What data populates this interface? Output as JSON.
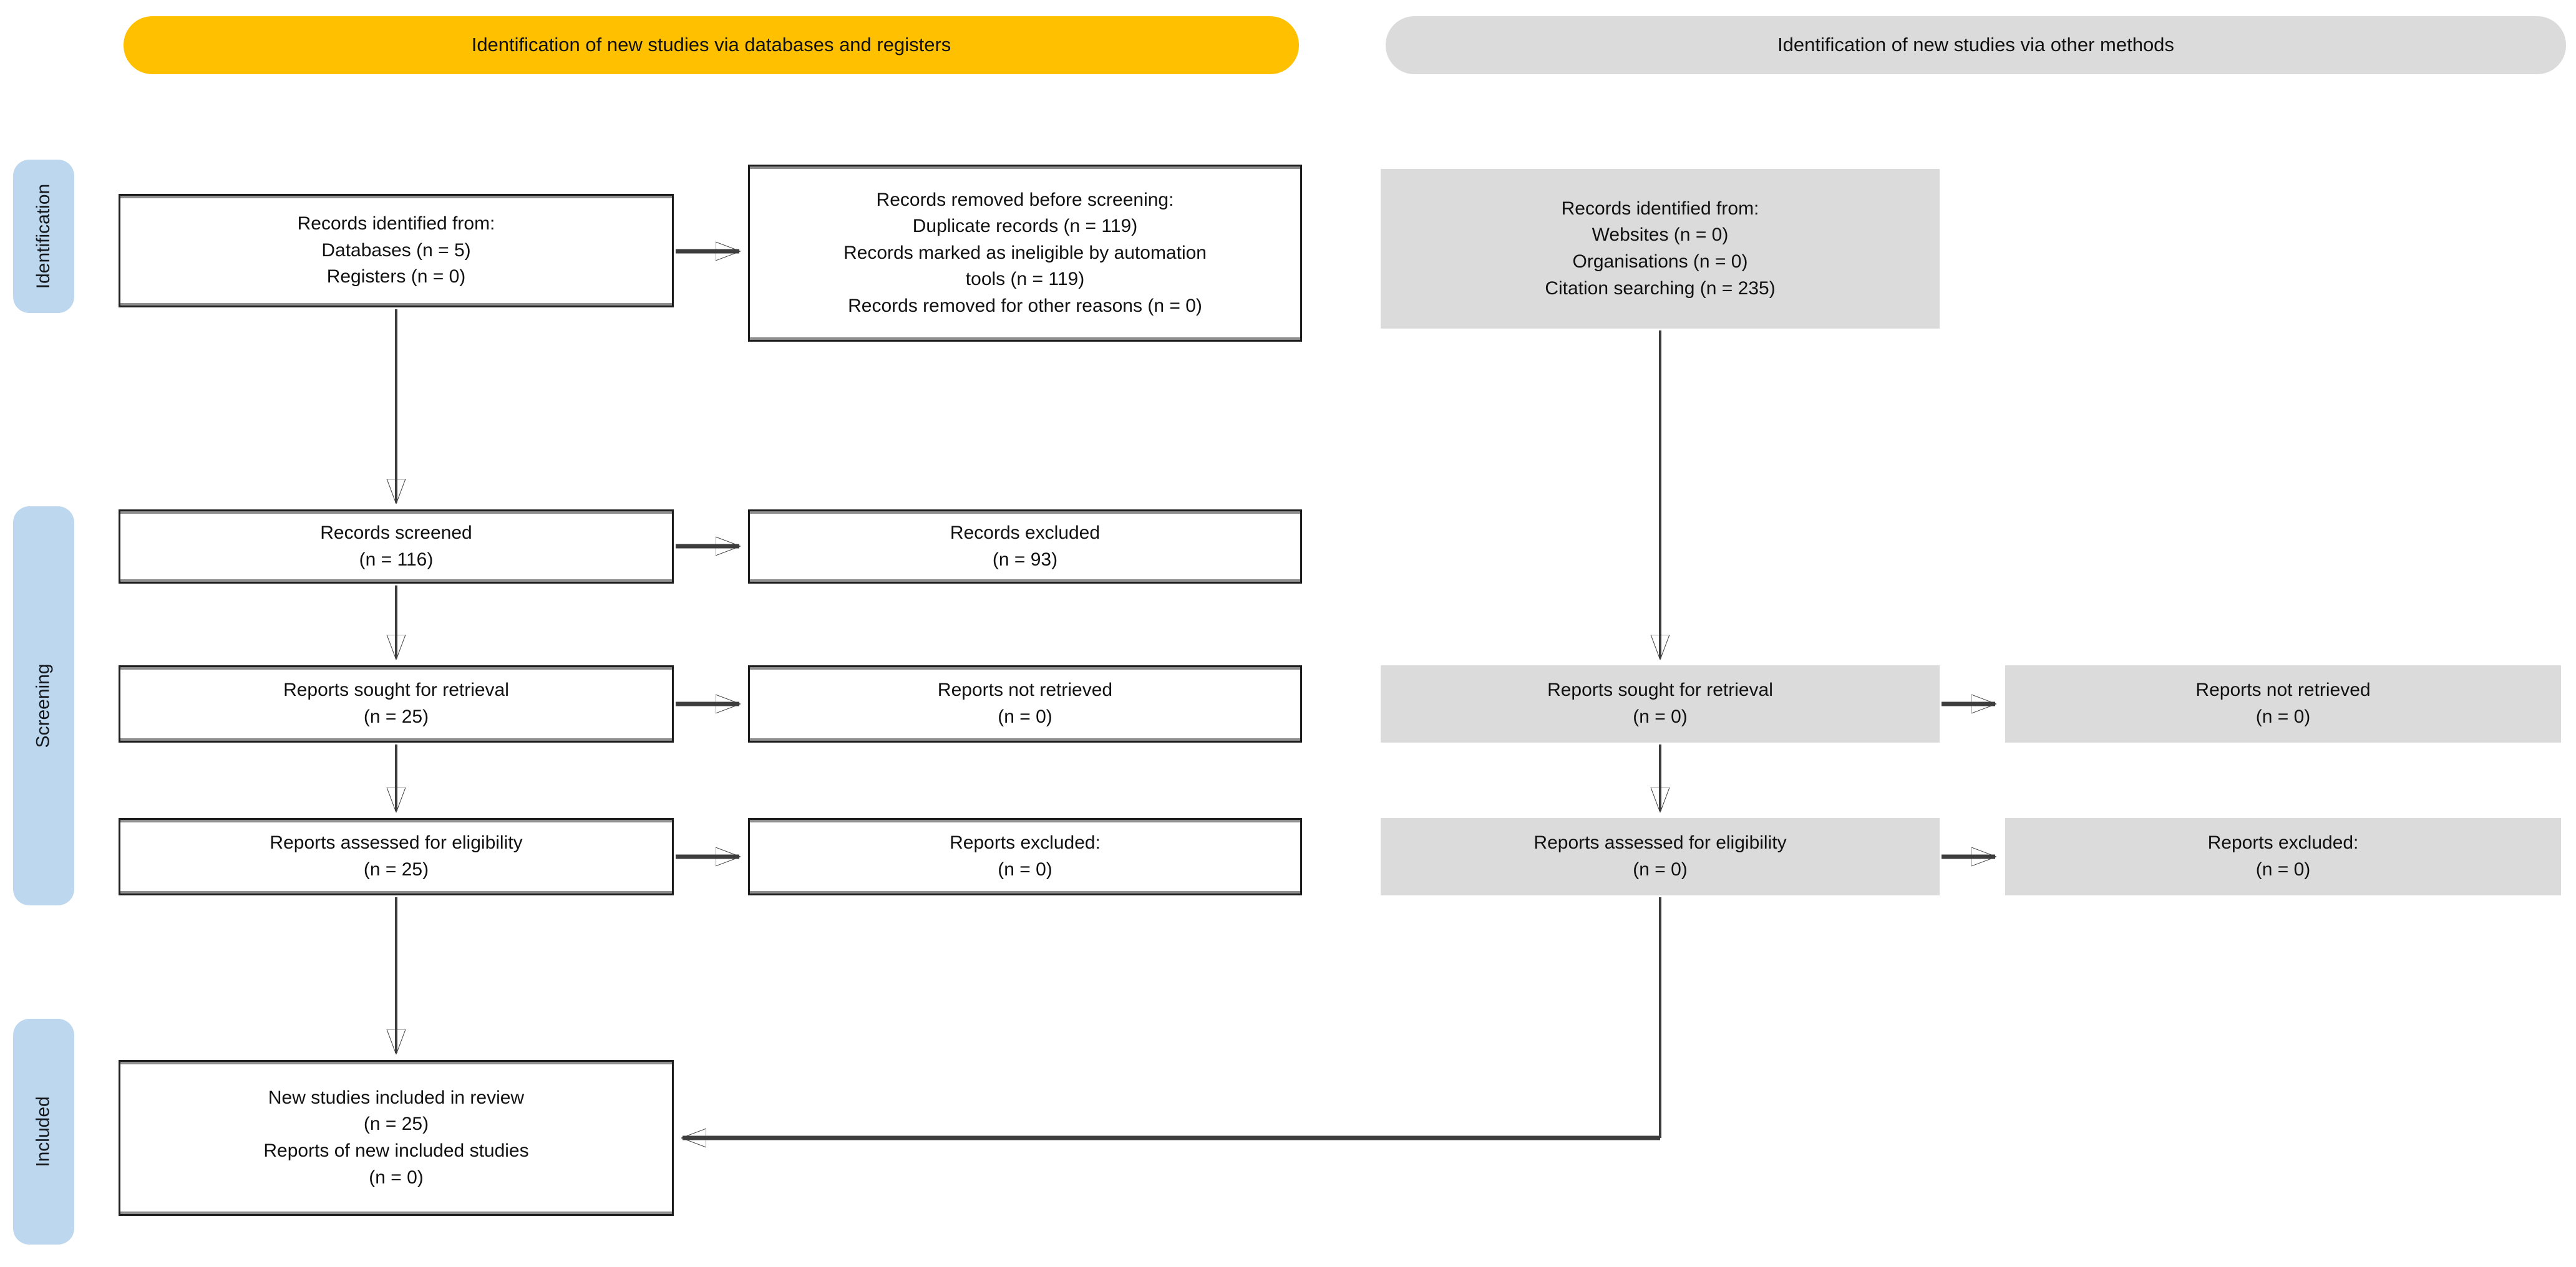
{
  "headers": {
    "databases_registers": "Identification of new studies via databases and registers",
    "other_methods": "Identification of new studies via other methods"
  },
  "side_labels": {
    "identification": "Identification",
    "screening": "Screening",
    "included": "Included"
  },
  "boxes": {
    "records_identified_db": "Records identified from:\nDatabases (n = 5)\nRegisters (n = 0)",
    "records_removed": "Records removed before screening:\nDuplicate records (n = 119)\nRecords marked as ineligible by automation\ntools (n = 119)\nRecords removed for other reasons (n = 0)",
    "records_identified_other": "Records identified from:\nWebsites (n = 0)\nOrganisations (n = 0)\nCitation searching (n = 235)",
    "records_screened": "Records screened\n(n = 116)",
    "records_excluded": "Records excluded\n(n = 93)",
    "reports_sought_db": "Reports sought for retrieval\n(n = 25)",
    "reports_not_retrieved_db": "Reports not retrieved\n(n = 0)",
    "reports_sought_other": "Reports sought for retrieval\n(n = 0)",
    "reports_not_retrieved_other": "Reports not retrieved\n(n = 0)",
    "reports_assessed_db": "Reports assessed for eligibility\n(n = 25)",
    "reports_excluded_db": "Reports excluded:\n(n = 0)",
    "reports_assessed_other": "Reports assessed for eligibility\n(n = 0)",
    "reports_excluded_other": "Reports excluded:\n(n = 0)",
    "included_studies": "New studies included in review\n(n = 25)\nReports of new included studies\n(n = 0)"
  },
  "colors": {
    "header_yellow": "#FFC000",
    "header_gray": "#DBDBDB",
    "method_box_gray": "#DBDBDB",
    "side_tab_blue": "#BDD7EE",
    "arrow_line": "#3D3D3D",
    "text": "#111111"
  }
}
